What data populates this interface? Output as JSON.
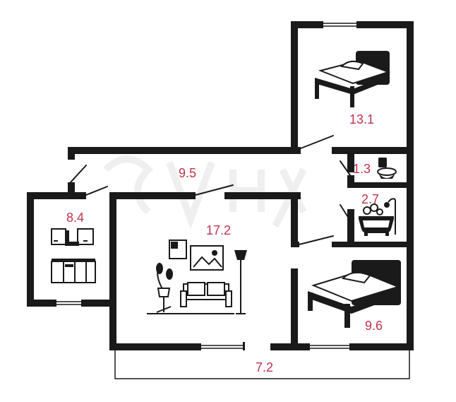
{
  "floor_plan": {
    "rooms": [
      {
        "id": "bedroom-top",
        "area": "13.1",
        "icon": "bed-icon"
      },
      {
        "id": "corridor",
        "area": "9.5",
        "icon": null
      },
      {
        "id": "toilet",
        "area": "1.3",
        "icon": "toilet-icon"
      },
      {
        "id": "bathroom",
        "area": "2.7",
        "icon": "bathtub-icon"
      },
      {
        "id": "kitchen",
        "area": "8.4",
        "icon": "kitchen-icon"
      },
      {
        "id": "living-room",
        "area": "17.2",
        "icon": "living-room-icon"
      },
      {
        "id": "bedroom-right",
        "area": "9.6",
        "icon": "bed-icon"
      },
      {
        "id": "balcony",
        "area": "7.2",
        "icon": null
      }
    ],
    "colors": {
      "walls": "#1a1a1a",
      "area_labels": "#c0334d",
      "background": "#ffffff"
    }
  }
}
